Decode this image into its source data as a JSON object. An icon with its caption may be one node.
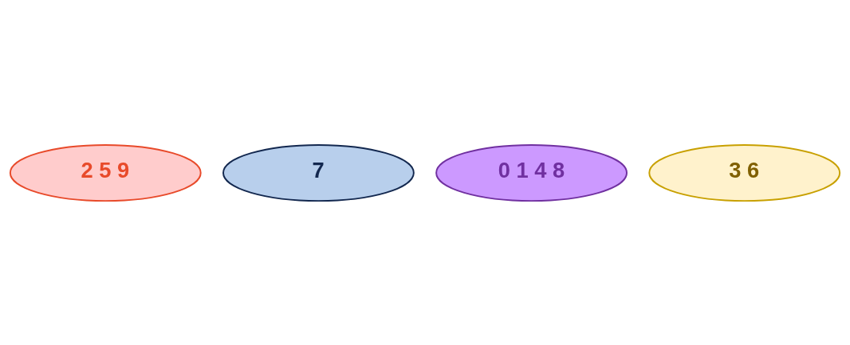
{
  "diagram": {
    "nodes": [
      {
        "text": [
          "2 5 9"
        ]
      },
      {
        "text": [
          "7"
        ]
      },
      {
        "text": [
          "0 1 4 8"
        ]
      },
      {
        "text": [
          "3 6"
        ]
      }
    ]
  }
}
